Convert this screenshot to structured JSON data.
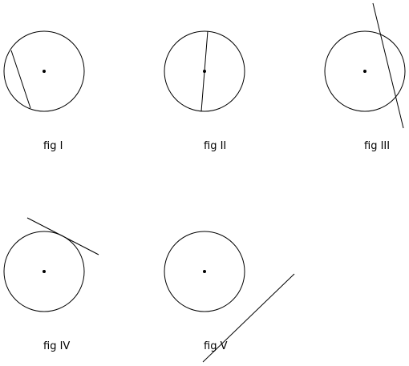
{
  "figures": [
    {
      "caption": "fig I"
    },
    {
      "caption": "fig II"
    },
    {
      "caption": "fig III"
    },
    {
      "caption": "fig IV"
    },
    {
      "caption": "fig V"
    }
  ]
}
